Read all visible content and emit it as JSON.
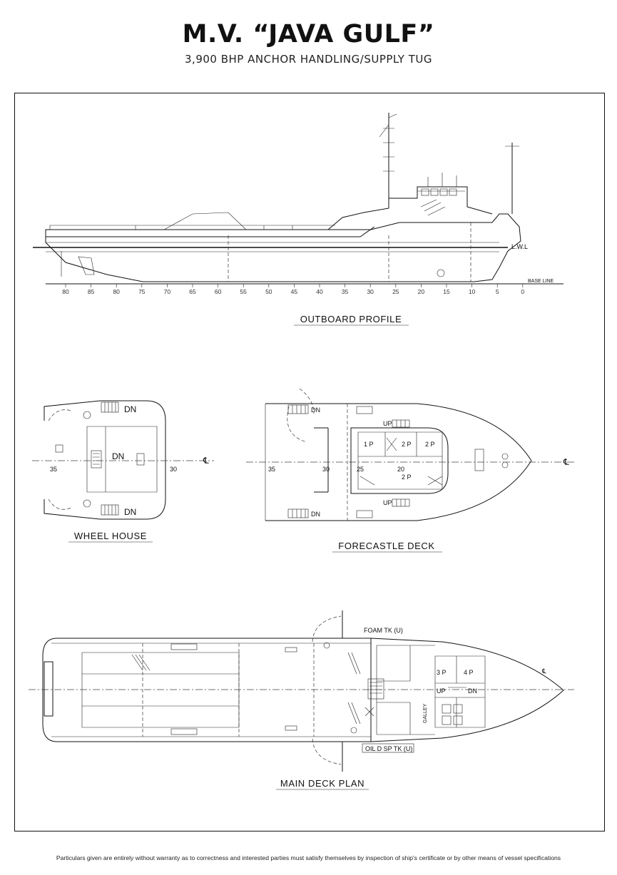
{
  "header": {
    "title": "M.V. “JAVA GULF”",
    "subtitle": "3,900 BHP ANCHOR HANDLING/SUPPLY TUG"
  },
  "profile": {
    "caption": "OUTBOARD PROFILE",
    "lwl_label": "L.W.L",
    "baseline_label": "BASE LINE",
    "frame_ticks": [
      "80",
      "85",
      "80",
      "75",
      "70",
      "65",
      "60",
      "55",
      "50",
      "45",
      "40",
      "35",
      "30",
      "25",
      "20",
      "15",
      "10",
      "5",
      "0"
    ]
  },
  "wheel_house": {
    "caption": "WHEEL HOUSE",
    "dn_label": "DN",
    "frames": [
      "35",
      "30"
    ]
  },
  "forecastle": {
    "caption": "FORECASTLE DECK",
    "dn_label": "DN",
    "up_label": "UP",
    "frames": [
      "35",
      "30",
      "25",
      "20"
    ],
    "cabins": [
      "1 P",
      "2 P",
      "2 P",
      "2 P"
    ]
  },
  "main_deck": {
    "caption": "MAIN DECK PLAN",
    "foam_tank": "FOAM TK (U)",
    "oil_tank": "OIL D SP TK (U)",
    "up_label": "UP",
    "dn_label": "DN",
    "cabins": [
      "3 P",
      "4 P"
    ],
    "galley": "GALLEY"
  },
  "centerline_symbol": "℄",
  "footer": "Particulars given are entirely without warranty as to correctness and interested parties must satisfy themselves by inspection of ship's certificate or by other means of vessel specifications"
}
